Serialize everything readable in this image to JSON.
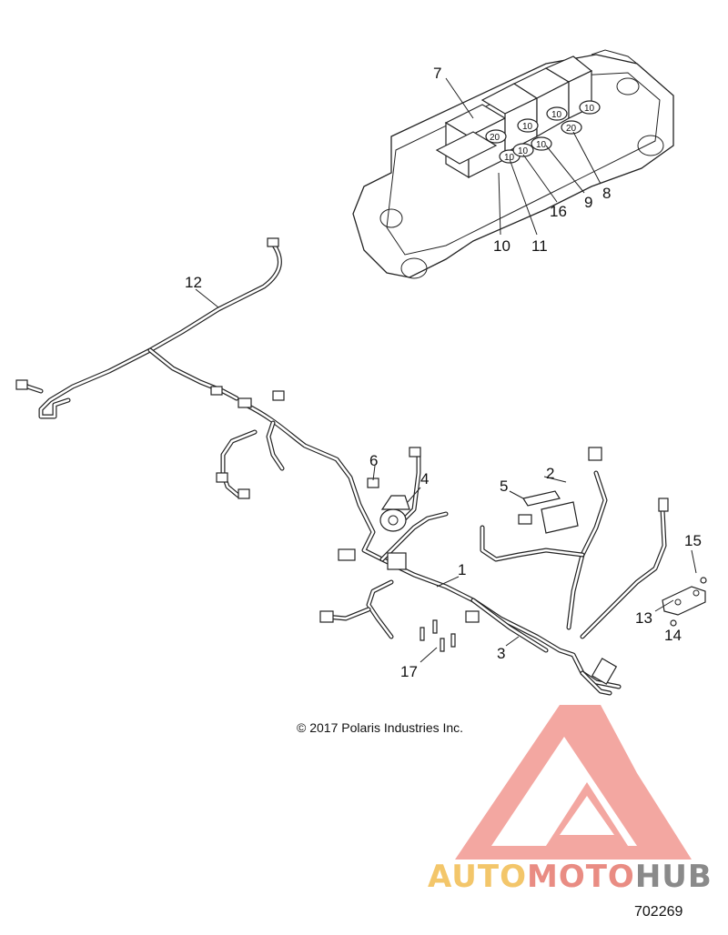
{
  "diagram": {
    "callouts": [
      {
        "id": "c7",
        "text": "7"
      },
      {
        "id": "c8",
        "text": "8"
      },
      {
        "id": "c9",
        "text": "9"
      },
      {
        "id": "c16",
        "text": "16"
      },
      {
        "id": "c10",
        "text": "10"
      },
      {
        "id": "c11",
        "text": "11"
      },
      {
        "id": "c12",
        "text": "12"
      },
      {
        "id": "c6",
        "text": "6"
      },
      {
        "id": "c4",
        "text": "4"
      },
      {
        "id": "c2",
        "text": "2"
      },
      {
        "id": "c5",
        "text": "5"
      },
      {
        "id": "c1",
        "text": "1"
      },
      {
        "id": "c15",
        "text": "15"
      },
      {
        "id": "c13",
        "text": "13"
      },
      {
        "id": "c14",
        "text": "14"
      },
      {
        "id": "c3",
        "text": "3"
      },
      {
        "id": "c17",
        "text": "17"
      }
    ],
    "fuse_labels": [
      "20",
      "10",
      "10",
      "10",
      "10",
      "20",
      "10",
      "10"
    ],
    "copyright": "© 2017 Polaris Industries Inc.",
    "diagram_id": "702269"
  },
  "watermark": {
    "part_a": "AUTO",
    "part_b": "MOTO",
    "part_c": "HUB",
    "colors": {
      "auto": "#f3c66a",
      "moto": "#e98c83",
      "hub": "#8a8a8a",
      "logo": "#ef6f66"
    }
  }
}
